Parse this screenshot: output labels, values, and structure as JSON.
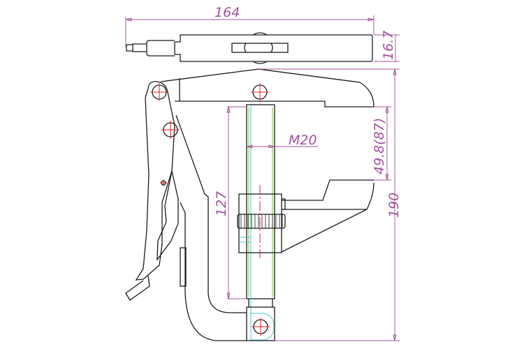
{
  "drawing": {
    "dimensions": {
      "overall_length": "164",
      "top_thickness": "16.7",
      "overall_height": "190",
      "jaw_opening": "49.8(87)",
      "screw_length": "127",
      "thread": "M20"
    },
    "colors": {
      "outline": "#1a1a1a",
      "dimension": "#a0509a",
      "centerline": "#e02020",
      "hidden": "#4fc0d0",
      "thread": "#7cc040"
    }
  }
}
